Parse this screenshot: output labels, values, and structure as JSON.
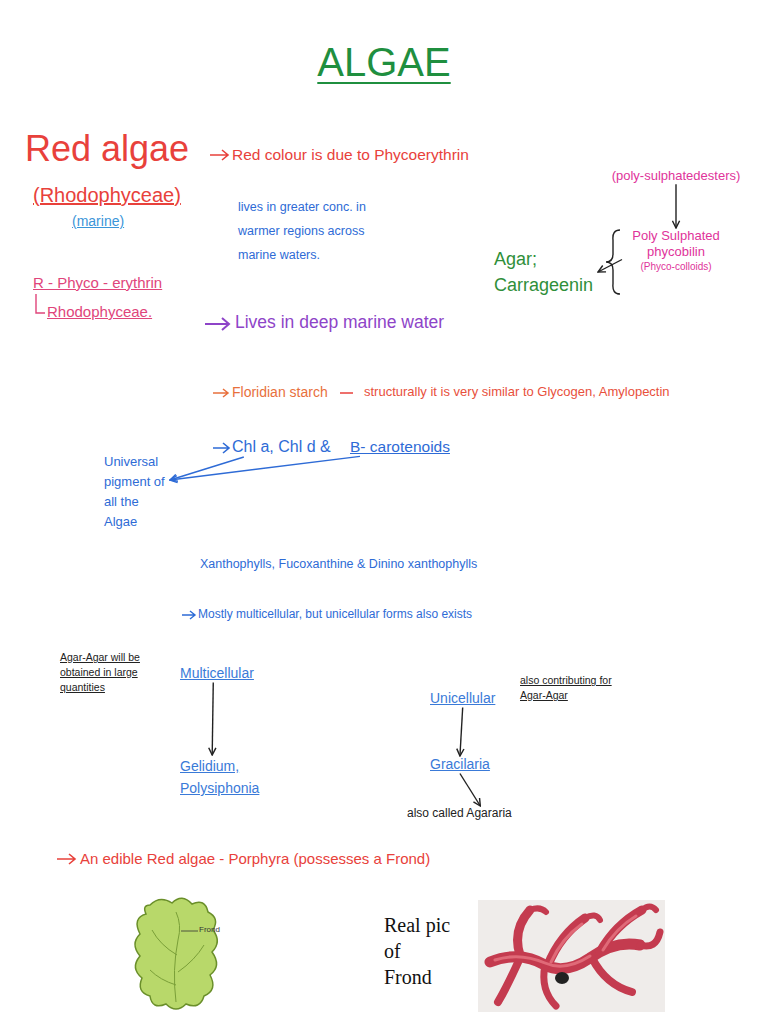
{
  "diagram": {
    "title": "ALGAE",
    "nodes": [
      {
        "text": [
          "(poly-sulphatedesters)"
        ]
      },
      {
        "text": [
          "Poly Sulphated phycobilin",
          "(Phyco-colloids)"
        ]
      },
      {
        "text": [
          "Agar; Carrageenin"
        ]
      },
      {
        "text": [
          "Chl a, Chl d &"
        ]
      },
      {
        "text": [
          "B- carotenoids"
        ]
      },
      {
        "text": [
          "Universal pigment of all the Algae"
        ]
      },
      {
        "text": [
          "Multicellular"
        ]
      },
      {
        "text": [
          "Gelidium, Polysiphonia"
        ]
      },
      {
        "text": [
          "Unicellular"
        ]
      },
      {
        "text": [
          "Gracilaria"
        ]
      },
      {
        "text": [
          "also called Agararia"
        ]
      }
    ],
    "edges": [
      {
        "from": 0,
        "to": 1,
        "arrow": "to"
      },
      {
        "from": 1,
        "to": 2,
        "arrow": "to"
      },
      {
        "from": 3,
        "to": 5,
        "arrow": "to"
      },
      {
        "from": 4,
        "to": 5,
        "arrow": "to"
      },
      {
        "from": 6,
        "to": 7,
        "arrow": "to"
      },
      {
        "from": 8,
        "to": 9,
        "arrow": "to"
      },
      {
        "from": 9,
        "to": 10,
        "arrow": "to"
      }
    ],
    "labels": [
      "Red algae",
      "(Rhodophyceae)",
      "(marine)",
      "Red colour is due to Phycoerythrin",
      "lives in greater conc. in warmer regions across marine waters.",
      "R - Phyco - erythrin",
      "Rhodophyceae.",
      "Lives in deep marine water",
      "Floridian starch",
      "structurally it is very similar to Glycogen, Amylopectin",
      "Xanthophylls, Fucoxanthine & Dinino xanthophylls",
      "Mostly multicellular, but unicellular forms also exists",
      "Agar-Agar will be obtained in large quantities",
      "also contributing for Agar-Agar",
      "An edible Red algae - Porphyra (possesses a Frond)",
      "Frond",
      "Real pic of Frond"
    ]
  }
}
